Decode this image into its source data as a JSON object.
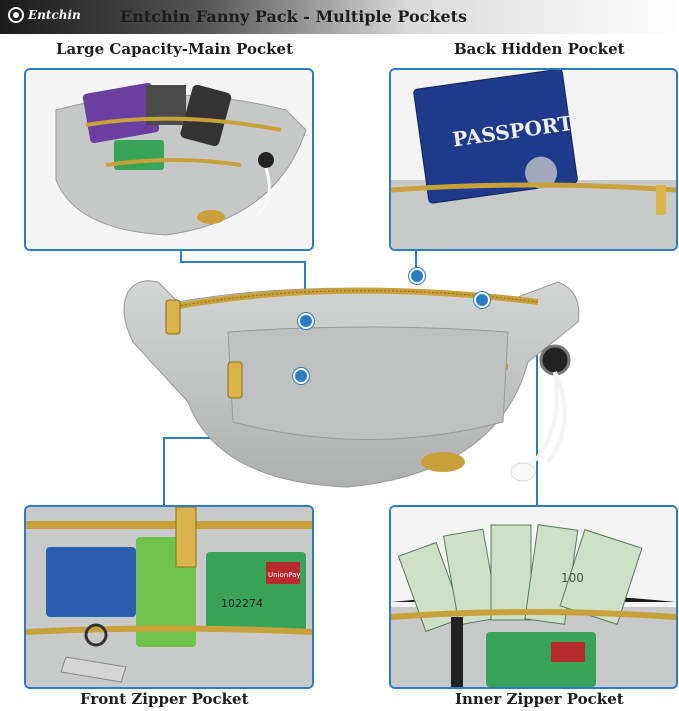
{
  "header": {
    "brand": "Entchin",
    "title": "Entchin Fanny Pack - Multiple Pockets"
  },
  "labels": {
    "main_pocket": "Large Capacity-Main Pocket",
    "back_pocket": "Back Hidden Pocket",
    "front_pocket": "Front Zipper Pocket",
    "inner_pocket": "Inner Zipper Pocket"
  },
  "passport_text": "PASSPORT",
  "card_number": "102274",
  "unionpay": "UnionPay",
  "money_text": "100",
  "colors": {
    "accent": "#2a7cc7",
    "bag": "#c8c9c9",
    "zipper": "#c9a13a"
  }
}
